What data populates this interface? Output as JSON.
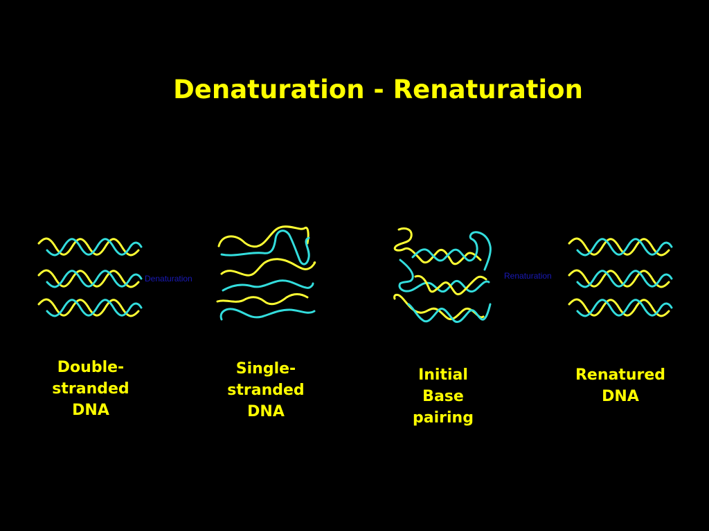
{
  "title": "Denaturation - Renaturation",
  "colors": {
    "background": "#000000",
    "strand_a": "#ffff33",
    "strand_b": "#33dddd",
    "label": "#1a1ab8"
  },
  "steps": [
    {
      "caption": "Double-\nstranded\nDNA"
    },
    {
      "caption": "Single-\nstranded\nDNA"
    },
    {
      "caption": "Initial\nBase\npairing"
    },
    {
      "caption": "Renatured\nDNA"
    }
  ],
  "transitions": {
    "denaturation": "Denaturation",
    "renaturation": "Renaturation"
  }
}
